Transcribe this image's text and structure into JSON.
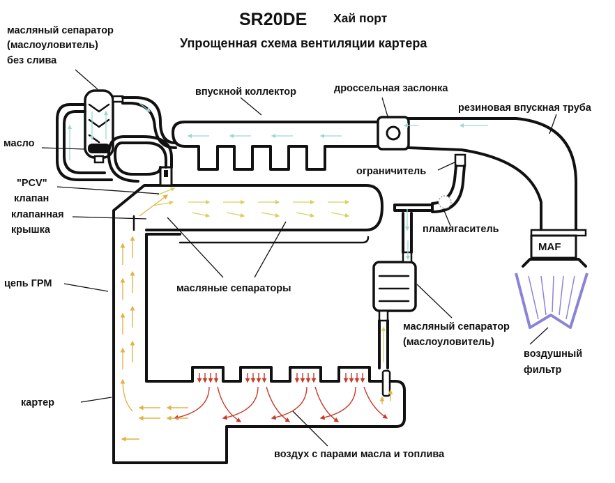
{
  "title": "SR20DE",
  "title_note": "Хай порт",
  "heading": "Упрощенная схема вентиляции картера",
  "labels": {
    "sep_left_1": "масляный сепаратор",
    "sep_left_2": "(маслоуловитель)",
    "sep_left_3": "без слива",
    "oil": "масло",
    "pcv_1": "\"PCV\"",
    "pcv_2": "клапан",
    "valve_cover_1": "клапанная",
    "valve_cover_2": "крышка",
    "timing_chain": "цепь ГРМ",
    "crankcase": "картер",
    "intake_manifold": "впускной коллектор",
    "throttle": "дроссельная заслонка",
    "rubber_pipe": "резиновая впускная труба",
    "restrictor": "ограничитель",
    "flame_arrestor": "пламягаситель",
    "oil_separators": "масляные сепараторы",
    "sep_right_1": "масляный сепаратор",
    "sep_right_2": "(маслоуловитель)",
    "maf": "MAF",
    "air_filter_1": "воздушный",
    "air_filter_2": "фильтр",
    "blowby": "воздух с парами масла и топлива"
  },
  "colors": {
    "outline": "#111111",
    "filter": "#8a84d8",
    "arrow_clean": "#9ed8d0",
    "arrow_mixed": "#d8d060",
    "arrow_oily": "#e2b247",
    "arrow_hot": "#c83a2a",
    "oil_fill": "#111111"
  }
}
